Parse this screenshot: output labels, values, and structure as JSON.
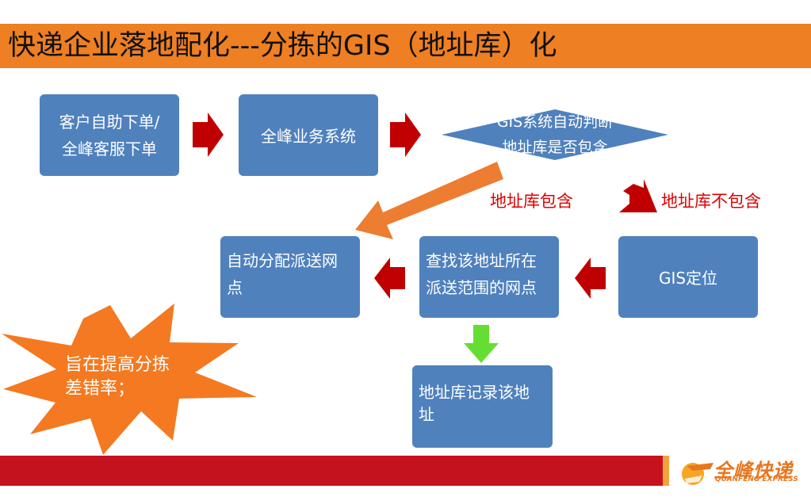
{
  "title": "快递企业落地配化---分拣的GIS（地址库）化",
  "nodes": {
    "customer_order": "客户自助下单/\n全峰客服下单",
    "business_system": "全峰业务系统",
    "gis_judge": "GIS系统自动判断\n地址库是否包含",
    "auto_assign": "自动分配派送网\n点",
    "find_site": "查找该地址所在\n派送范围的网点",
    "gis_locate": "GIS定位",
    "record": "地址库记录该地\n址"
  },
  "labels": {
    "contains": "地址库包含",
    "not_contains": "地址库不包含"
  },
  "callout": "旨在提高分拣\n差错率；",
  "logo": {
    "cn": "全峰快递",
    "en": "QUANFENG EXPRESS"
  },
  "colors": {
    "title_bar": "#ee7f22",
    "box": "#4f81bd",
    "arrow_red": "#c00000",
    "arrow_orange": "#ed7d31",
    "arrow_green": "#66dd33",
    "label_red": "#e00000",
    "star": "#f47920",
    "bottom_bar": "#c5121f"
  }
}
